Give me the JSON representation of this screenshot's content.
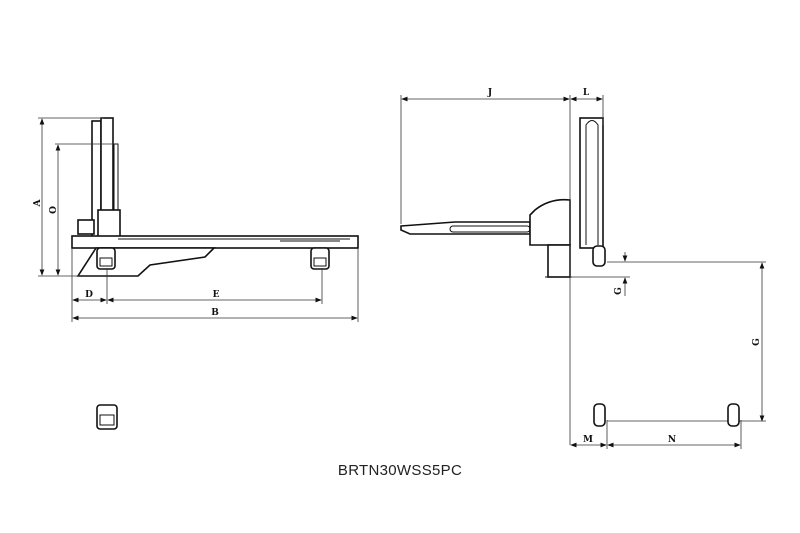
{
  "drawing": {
    "model": "BRTN30WSS5PC",
    "side_view_labels": {
      "A": "A",
      "O": "O",
      "D": "D",
      "E": "E",
      "B": "B"
    },
    "front_view_labels": {
      "J": "J",
      "L": "L",
      "G_small": "G",
      "G_large": "G",
      "M": "M",
      "N": "N"
    }
  }
}
